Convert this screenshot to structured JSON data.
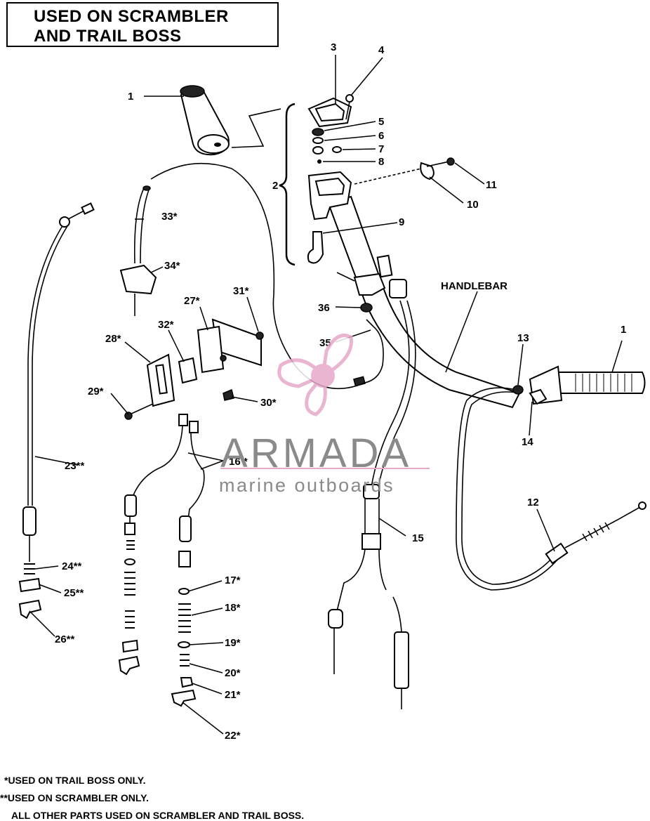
{
  "title": {
    "line1": "USED ON SCRAMBLER",
    "line2": "AND TRAIL BOSS"
  },
  "labels": {
    "l1a": "1",
    "l1b": "1",
    "l2": "2",
    "l3": "3",
    "l4": "4",
    "l5": "5",
    "l6": "6",
    "l7": "7",
    "l8": "8",
    "l9": "9",
    "l10": "10",
    "l11": "11",
    "l12": "12",
    "l13": "13",
    "l14": "14",
    "l15": "15",
    "l16": "16 *",
    "l17": "17*",
    "l18": "18*",
    "l19": "19*",
    "l20": "20*",
    "l21": "21*",
    "l22": "22*",
    "l23": "23**",
    "l24": "24**",
    "l25": "25**",
    "l26": "26**",
    "l27": "27*",
    "l28": "28*",
    "l29": "29*",
    "l30": "30*",
    "l31": "31*",
    "l32": "32*",
    "l33": "33*",
    "l34": "34*",
    "l35": "35",
    "l36": "36",
    "handlebar": "HANDLEBAR"
  },
  "notes": {
    "trail_boss": "*USED ON TRAIL BOSS ONLY.",
    "scrambler": "**USED ON SCRAMBLER ONLY.",
    "all": "ALL OTHER PARTS USED ON SCRAMBLER AND TRAIL BOSS."
  },
  "watermark": {
    "name": "ARMADA",
    "tagline": "marine outboards",
    "accent_color": "#e7a9c8",
    "text_color": "#8a8a8a"
  }
}
